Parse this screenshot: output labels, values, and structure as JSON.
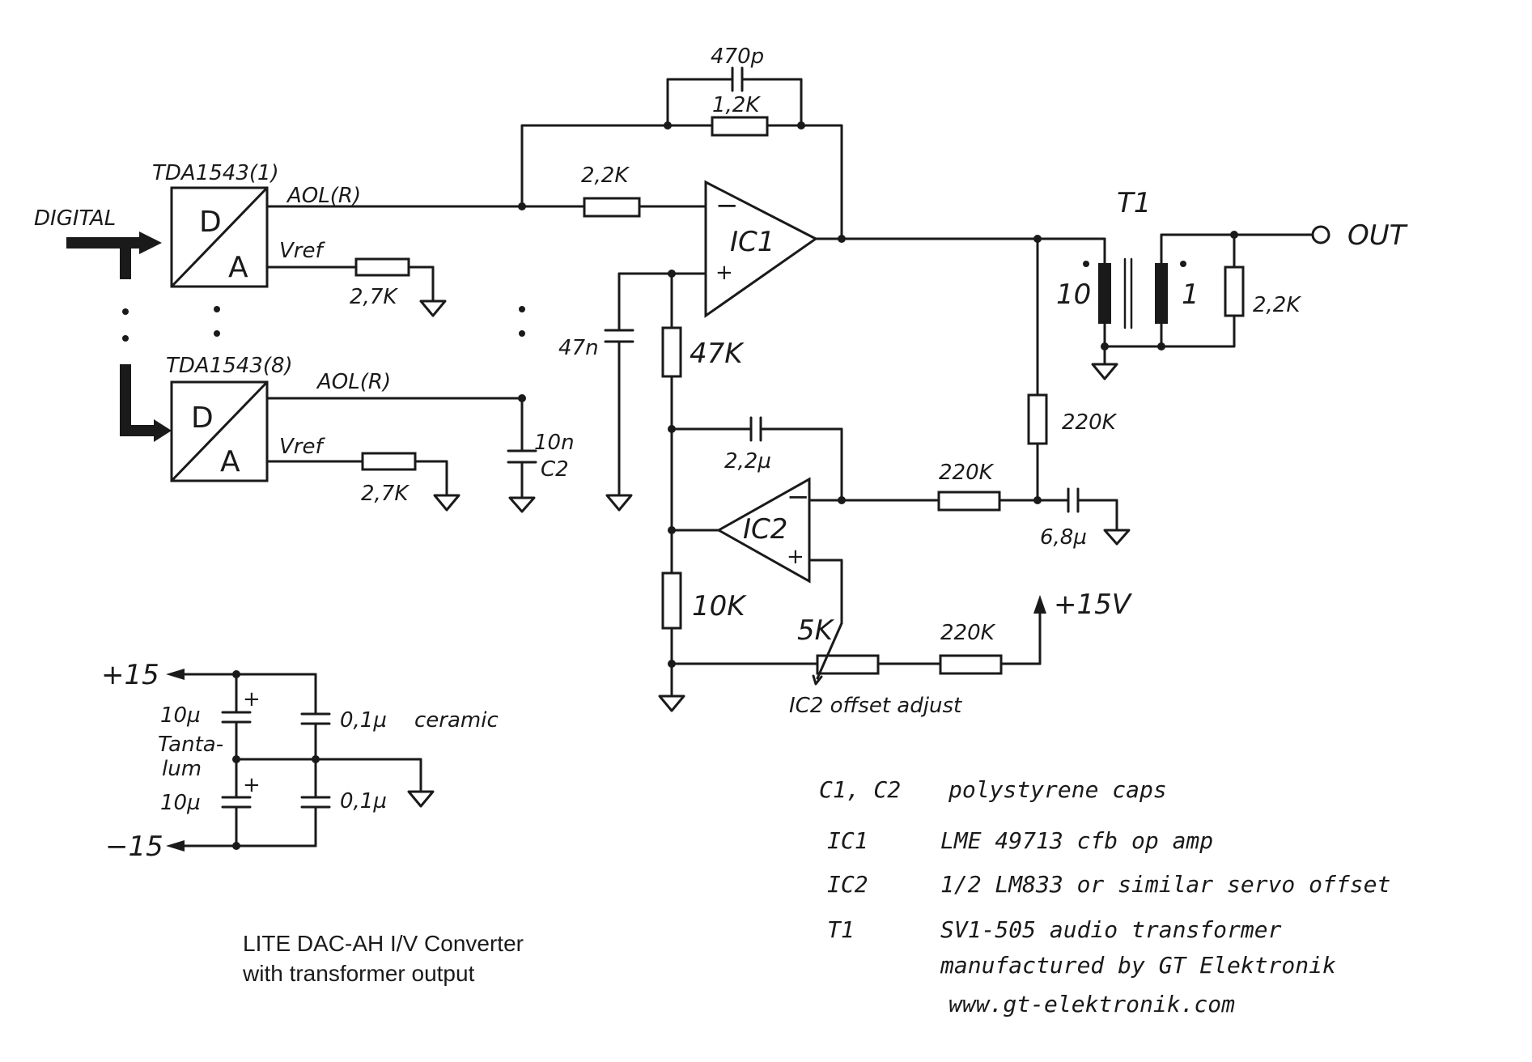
{
  "labels": {
    "digital": "DIGITAL",
    "tda1": "TDA1543(1)",
    "tda8": "TDA1543(8)",
    "da_d": "D",
    "da_a": "A",
    "aol1": "AOL(R)",
    "aol8": "AOL(R)",
    "vref1": "Vref",
    "vref8": "Vref",
    "r_vref1": "2,7K",
    "r_vref8": "2,7K",
    "c_fb": "470p",
    "r_fb": "1,2K",
    "r_in": "2,2K",
    "ic1": "IC1",
    "ic2": "IC2",
    "c_47n": "47n",
    "r_47k": "47K",
    "c_10n": "10n",
    "c2": "C2",
    "c_servo": "2,2µ",
    "r_servo": "220K",
    "r_out_div": "220K",
    "c_6u8": "6,8µ",
    "r_10k": "10K",
    "pot_5k": "5K",
    "r_220k_supply": "220K",
    "plus15v": "+15V",
    "offset_adjust": "IC2 offset adjust",
    "t1": "T1",
    "ratio_10": "10",
    "ratio_1": "1",
    "r_load": "2,2K",
    "out": "OUT",
    "minus_sign": "−",
    "plus_sign": "+"
  },
  "supply": {
    "plus15": "+15",
    "minus15": "−15",
    "c_tant_top": "10µ",
    "c_tant_bot": "10µ",
    "tantalum": "Tanta-",
    "tantalum2": "lum",
    "c_cer_top": "0,1µ",
    "ceramic": "ceramic",
    "c_cer_bot": "0,1µ",
    "plus": "+"
  },
  "legend": [
    {
      "ref": "C1, C2",
      "desc": "polystyrene caps"
    },
    {
      "ref": "IC1",
      "desc": "LME 49713  cfb op amp"
    },
    {
      "ref": "IC2",
      "desc": "1/2 LM833 or similar   servo offset"
    },
    {
      "ref": "T1",
      "desc": "SV1-505 audio transformer"
    }
  ],
  "legend_extra": {
    "line1": "manufactured by GT Elektronik",
    "line2": "www.gt-elektronik.com"
  },
  "caption": {
    "line1": "LITE DAC-AH I/V Converter",
    "line2": "with transformer output"
  }
}
